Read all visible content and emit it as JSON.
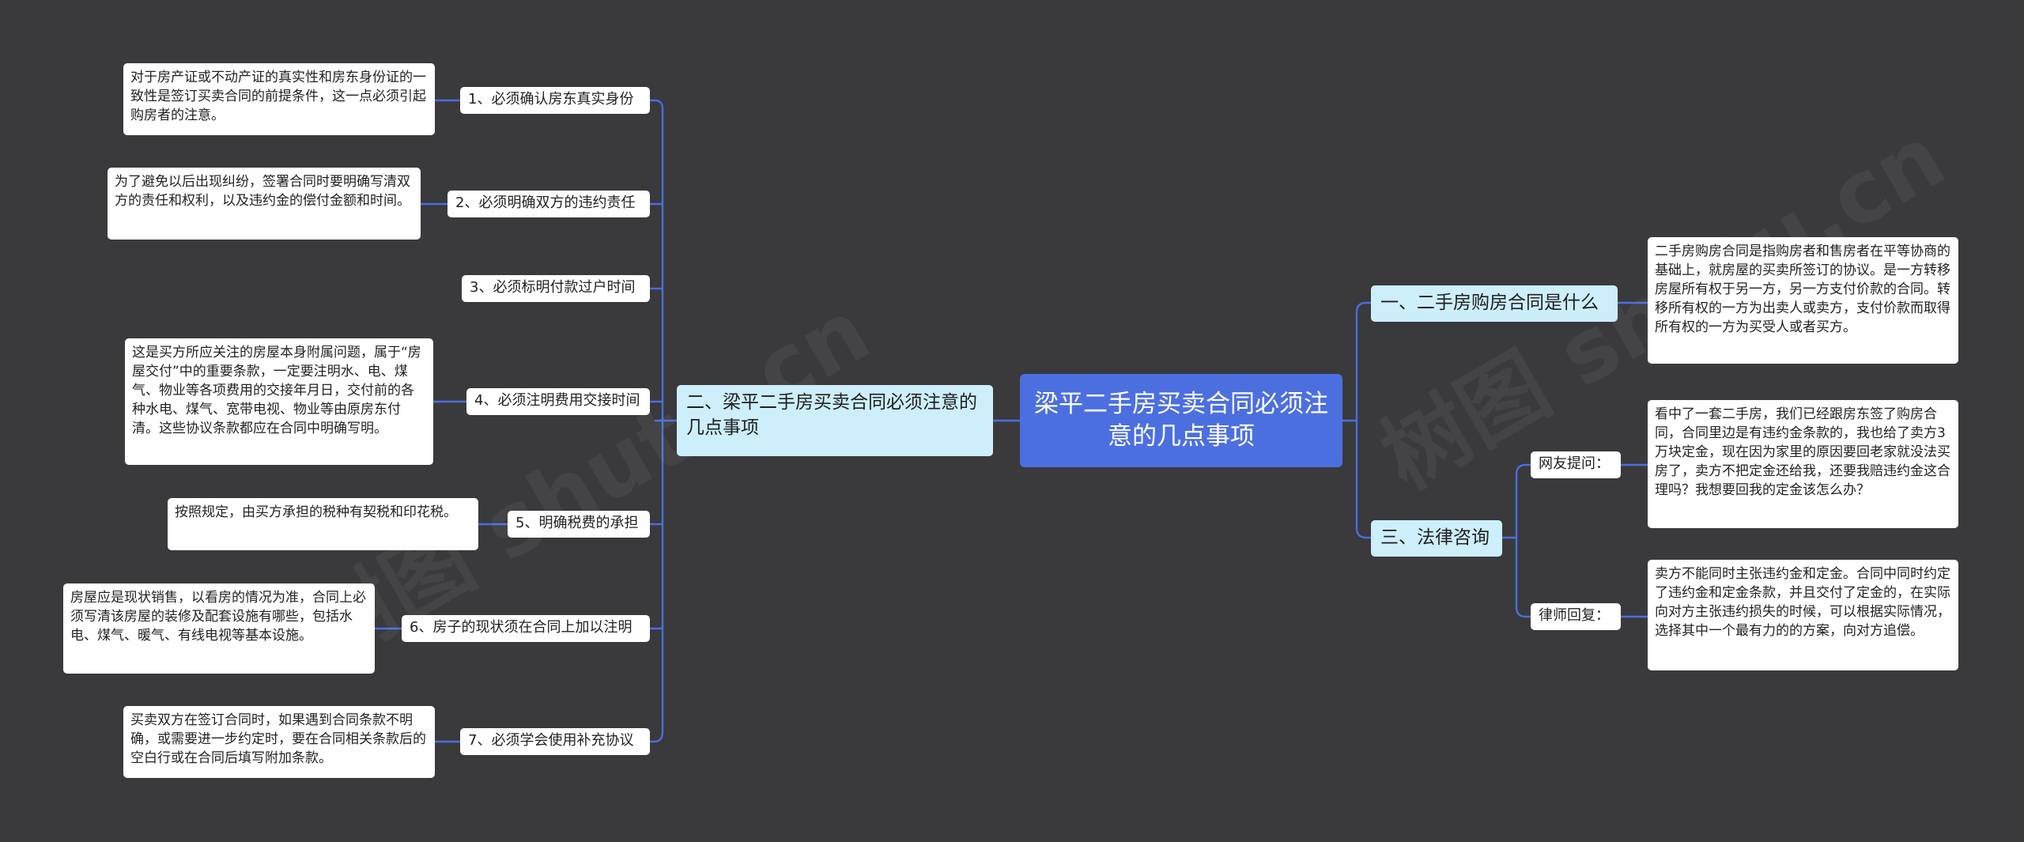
{
  "root": {
    "title": "梁平二手房买卖合同必须注意的几点事项"
  },
  "left_branch": {
    "label": "二、梁平二手房买卖合同必须注意的几点事项",
    "items": [
      {
        "label": "1、必须确认房东真实身份",
        "detail": "对于房产证或不动产证的真实性和房东身份证的一致性是签订买卖合同的前提条件，这一点必须引起购房者的注意。"
      },
      {
        "label": "2、必须明确双方的违约责任",
        "detail": "为了避免以后出现纠纷，签署合同时要明确写清双方的责任和权利，以及违约金的偿付金额和时间。"
      },
      {
        "label": "3、必须标明付款过户时间",
        "detail": ""
      },
      {
        "label": "4、必须注明费用交接时间",
        "detail": "这是买方所应关注的房屋本身附属问题，属于“房屋交付”中的重要条款，一定要注明水、电、煤气、物业等各项费用的交接年月日，交付前的各种水电、煤气、宽带电视、物业等由原房东付清。这些协议条款都应在合同中明确写明。"
      },
      {
        "label": "5、明确税费的承担",
        "detail": "按照规定，由买方承担的税种有契税和印花税。"
      },
      {
        "label": "6、房子的现状须在合同上加以注明",
        "detail": "房屋应是现状销售，以看房的情况为准，合同上必须写清该房屋的装修及配套设施有哪些，包括水电、煤气、暖气、有线电视等基本设施。"
      },
      {
        "label": "7、必须学会使用补充协议",
        "detail": "买卖双方在签订合同时，如果遇到合同条款不明确，或需要进一步约定时，要在合同相关条款后的空白行或在合同后填写附加条款。"
      }
    ]
  },
  "right_branch_1": {
    "label": "一、二手房购房合同是什么",
    "detail": "二手房购房合同是指购房者和售房者在平等协商的基础上，就房屋的买卖所签订的协议。是一方转移房屋所有权于另一方，另一方支付价款的合同。转移所有权的一方为出卖人或卖方，支付价款而取得所有权的一方为买受人或者买方。"
  },
  "right_branch_2": {
    "label": "三、法律咨询",
    "items": [
      {
        "label": "网友提问：",
        "detail": "看中了一套二手房，我们已经跟房东签了购房合同，合同里边是有违约金条款的，我也给了卖方3万块定金，现在因为家里的原因要回老家就没法买房了，卖方不把定金还给我，还要我赔违约金这合理吗？我想要回我的定金该怎么办？"
      },
      {
        "label": "律师回复：",
        "detail": "卖方不能同时主张违约金和定金。合同中同时约定了违约金和定金条款，并且交付了定金的，在实际向对方主张违约损失的时候，可以根据实际情况，选择其中一个最有力的的方案，向对方追偿。"
      }
    ]
  },
  "colors": {
    "background": "#3a393c",
    "root": "#4c6fe0",
    "branch": "#cdeefb",
    "leaf": "#ffffff",
    "connector": "#4a6ee0"
  }
}
